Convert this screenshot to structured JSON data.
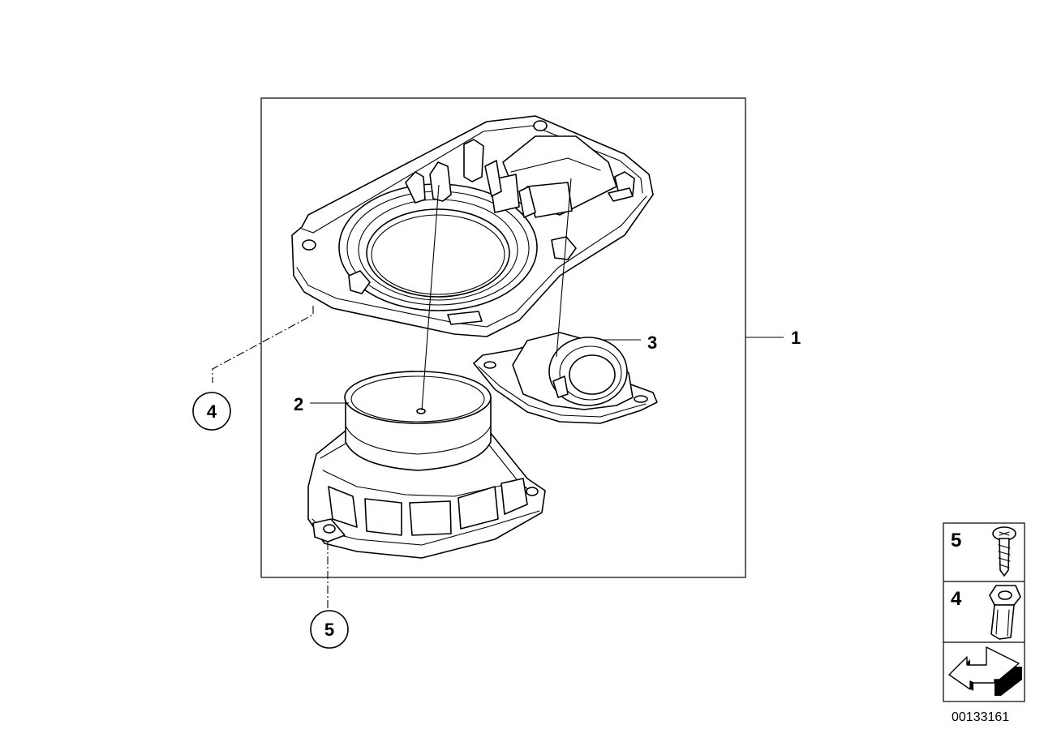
{
  "callouts": {
    "kit_label": "1",
    "speaker_label": "2",
    "adapter_label": "3",
    "nut_label": "4",
    "screw_label": "5"
  },
  "legend": {
    "screw_label": "5",
    "nut_label": "4"
  },
  "document_id": "00133161",
  "icons": [
    "speaker-housing-icon",
    "speaker-icon",
    "tweeter-adapter-icon",
    "screw-icon",
    "spire-nut-icon",
    "direction-arrow-icon"
  ]
}
